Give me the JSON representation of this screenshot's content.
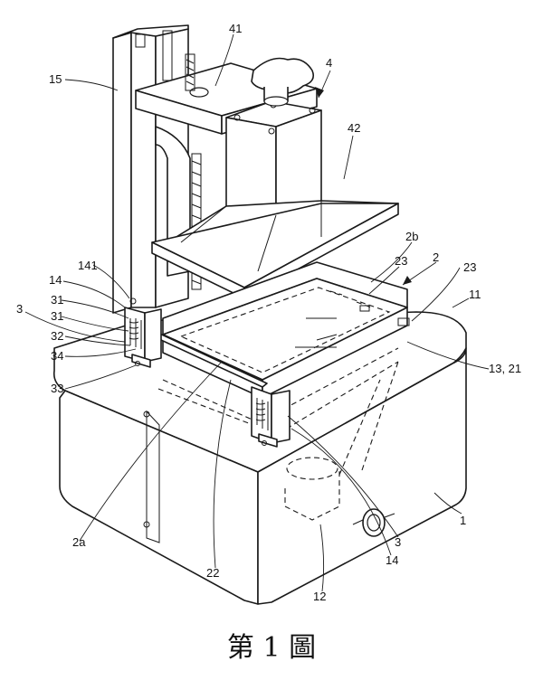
{
  "figure": {
    "caption": "第 1 圖",
    "labels": {
      "l15": "15",
      "l41": "41",
      "l4": "4",
      "l42": "42",
      "l2b": "2b",
      "l23a": "23",
      "l2": "2",
      "l23b": "23",
      "l11": "11",
      "l141": "141",
      "l14a": "14",
      "l31a": "31",
      "l3a": "3",
      "l31b": "31",
      "l32": "32",
      "l34": "34",
      "l33": "33",
      "l1321": "13, 21",
      "l2a": "2a",
      "l22": "22",
      "l3b": "3",
      "l14b": "14",
      "l1": "1",
      "l12": "12"
    }
  }
}
